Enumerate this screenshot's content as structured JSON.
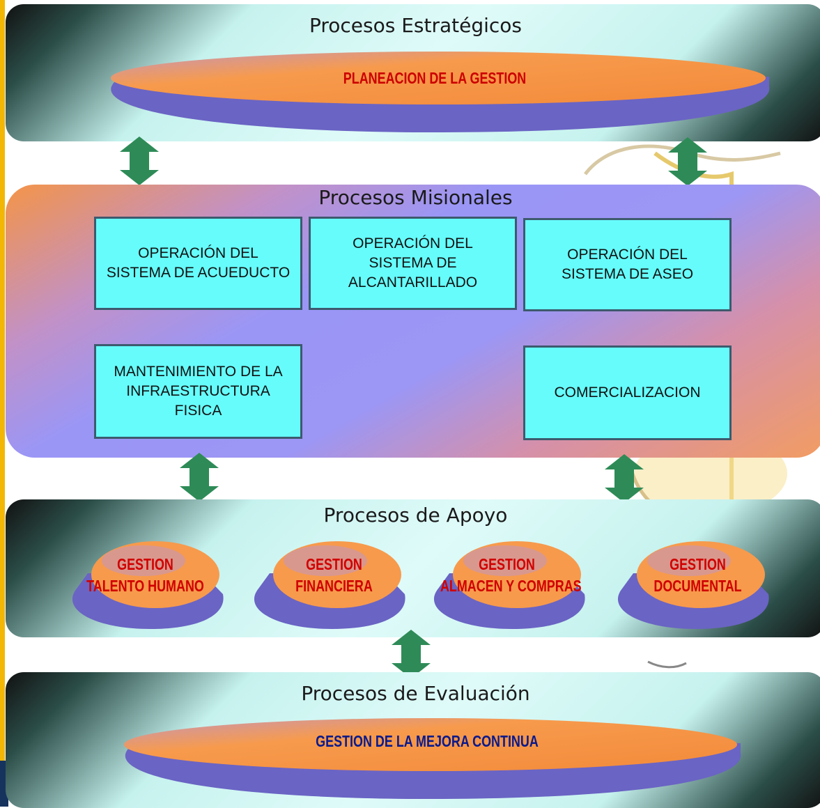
{
  "strategic": {
    "title": "Procesos Estratégicos",
    "item": "PLANEACION DE LA GESTION"
  },
  "missional": {
    "title": "Procesos Misionales",
    "boxes": [
      "OPERACIÓN DEL SISTEMA DE ACUEDUCTO",
      "OPERACIÓN DEL SISTEMA DE ALCANTARILLADO",
      "OPERACIÓN DEL SISTEMA DE ASEO",
      "MANTENIMIENTO DE LA INFRAESTRUCTURA FISICA",
      "COMERCIALIZACION"
    ]
  },
  "support": {
    "title": "Procesos de Apoyo",
    "items": [
      {
        "line1": "GESTION",
        "line2": "TALENTO HUMANO"
      },
      {
        "line1": "GESTION",
        "line2": "FINANCIERA"
      },
      {
        "line1": "GESTION",
        "line2": "ALMACEN Y COMPRAS"
      },
      {
        "line1": "GESTION",
        "line2": "DOCUMENTAL"
      }
    ]
  },
  "evaluation": {
    "title": "Procesos de Evaluación",
    "item": "GESTION DE LA MEJORA CONTINUA"
  },
  "colors": {
    "arrow": "#2e8b57",
    "box_fill": "#66fcfc",
    "disc_top": "#f79a4c",
    "disc_side": "#6a64c4",
    "label_red": "#cc0000",
    "label_blue": "#0a1a8c"
  }
}
